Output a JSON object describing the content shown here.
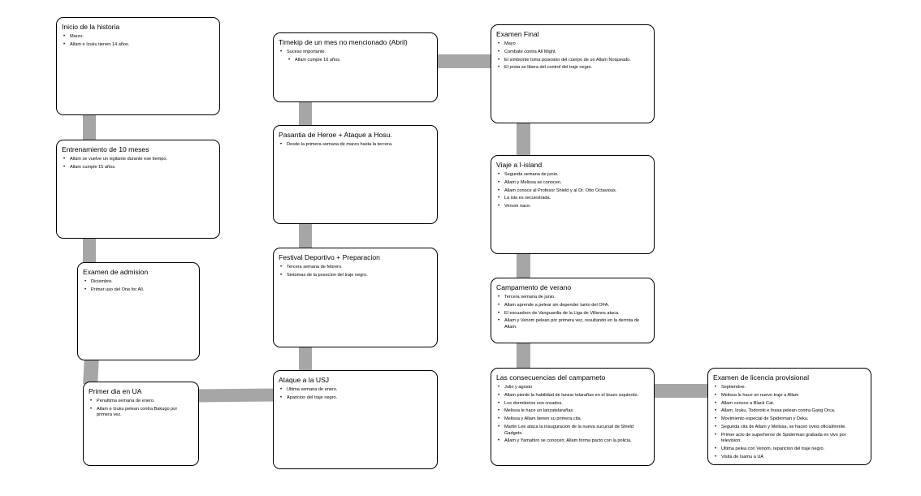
{
  "boxes": {
    "inicio": {
      "title": "Inicio de la historia",
      "items": [
        "Marzo.",
        "Allam e Izuku tienen 14 años."
      ]
    },
    "entrenamiento": {
      "title": "Entrenamiento de 10 meses",
      "items": [
        "Allam se vuelve un vigilante durante ese tiempo.",
        "Allam cumple 15 años."
      ]
    },
    "admision": {
      "title": "Examen de admision",
      "items": [
        "Diciembre.",
        "Primer uso del One for All."
      ]
    },
    "primer_dia": {
      "title": "Primer dia en UA",
      "items": [
        "Penultima semana de enero.",
        "Allam e Izuku pelean contra Bakugo por primera vez."
      ]
    },
    "timeskip": {
      "title": "Timekip de un mes no mencionado (Abril)",
      "items": [
        "Suceso importante."
      ],
      "subitems": [
        "Allam cumple 16 años."
      ]
    },
    "pasantia": {
      "title": "Pasantia de Heroe + Ataque a Hosu.",
      "items": [
        "Desde la primera semana de marzo hasta la tercera."
      ]
    },
    "festival": {
      "title": "Festival Deportivo + Preparacion",
      "items": [
        "Tercera semana de febrero.",
        "Sintomas de la posecion del traje negro."
      ]
    },
    "usj": {
      "title": "Ataque a la USJ",
      "items": [
        "Ultima semana de enero.",
        "Aparicion del traje negro."
      ]
    },
    "examen_final": {
      "title": "Examen Final",
      "items": [
        "Mayo",
        "Combate contra All Might.",
        "El simbionte toma posesion del cuerpo de un Allam Noqueado.",
        "El prota se libera del control del traje negro."
      ]
    },
    "iisland": {
      "title": "Viaje a I-island",
      "items": [
        "Segunda semana de junio.",
        "Allam y Melissa se conocen.",
        "Allam conoce al Profesor Shield y al Dr. Otto Octavious.",
        "La isla es secuestrada.",
        "Venom nace."
      ]
    },
    "campamento": {
      "title": "Campamento de verano",
      "items": [
        "Tercera semana de junio.",
        "Allam aprende a pelear sin depender tanto del OFA.",
        "El escuadron de Vanguardia de la Liga de Villanos ataca.",
        "Allam y Venom pelean por primera vez, resultando en la derrota de Allam."
      ]
    },
    "consecuencias": {
      "title": "Las consecuencias del campameto",
      "items": [
        "Julio y agosto",
        "Allam pierde la habilidad de lanzar telarañas en el brazo izquierdo.",
        "Los dormitorios son creados.",
        "Melissa le hace un lanzatelarañas.",
        "Melissa y Allam tienen su primera cita.",
        "Martin Lee ataca la inauguracion de la nueva sucursal de Shield Gadgets.",
        "Allam y Yamahiro se conocen; Allam forma pacto con la policia."
      ]
    },
    "licencia": {
      "title": "Examen de licencia provisional",
      "items": [
        "Septiembre.",
        "Melissa le hace un nuevo traje a Allam",
        "Allam conoce a Black Cat.",
        "Allam, Izuku, Todoroki e Inasa pelean contra Gang Orca.",
        "Movimiento especial de Spiderman y Deku.",
        "Segunda cita de Allam y Melissa, se hacen ovios oficialmente.",
        "Primer acto de superheroe de Spiderman grabada en vivo por television.",
        "Ultima pelea con Venom, reparicion del traje negro.",
        "Visita de Isamu a UA"
      ]
    }
  },
  "colors": {
    "connector": "#a6a6a6",
    "border": "#000000",
    "background": "#ffffff"
  }
}
